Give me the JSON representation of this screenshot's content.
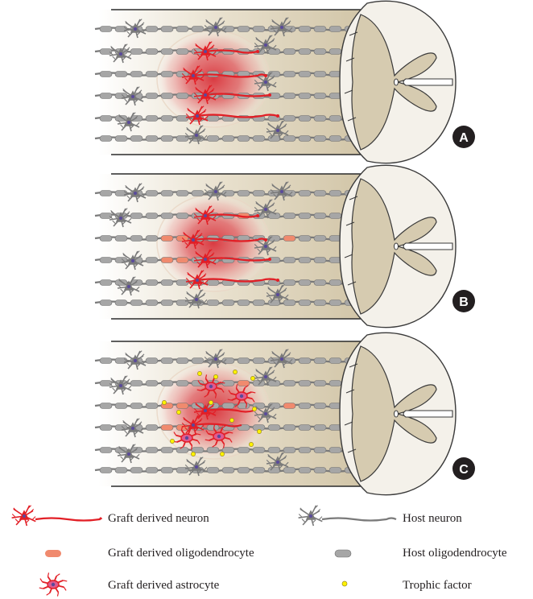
{
  "figure": {
    "panels": [
      {
        "label": "A",
        "scenario": "graft-neurons-relay"
      },
      {
        "label": "B",
        "scenario": "graft-oligodendrocytes-myelination"
      },
      {
        "label": "C",
        "scenario": "graft-astrocytes-trophic-support"
      }
    ],
    "colors": {
      "graft": "#e21f26",
      "host_neuron": "#7a7a7a",
      "host_oligodendrocyte": "#a6a6a6",
      "graft_oligodendrocyte": "#f08a6e",
      "trophic_factor": "#fff200",
      "tissue": "#d3c7aa",
      "nucleus": "#5a4a9a"
    }
  },
  "legend": {
    "graft_neuron": "Graft derived neuron",
    "host_neuron": "Host neuron",
    "graft_oligodendrocyte": "Graft derived oligodendrocyte",
    "host_oligodendrocyte": "Host oligodendrocyte",
    "graft_astrocyte": "Graft derived astrocyte",
    "trophic_factor": "Trophic factor"
  }
}
